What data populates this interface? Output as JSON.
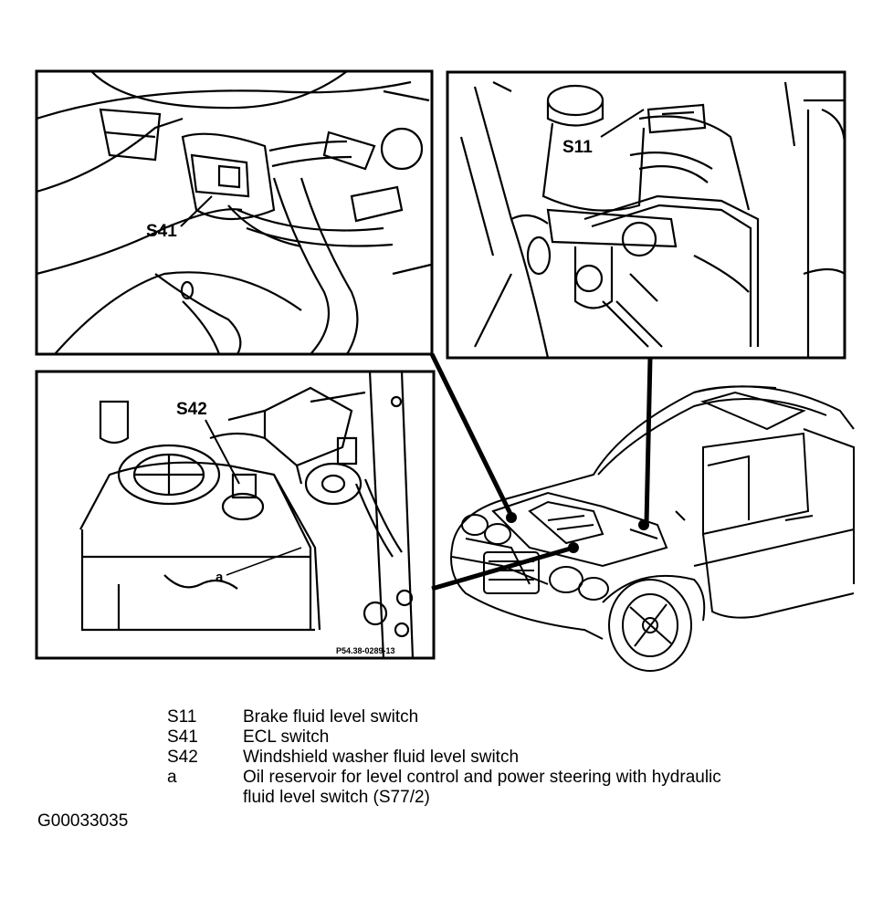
{
  "insets": {
    "s41_label": "S41",
    "s11_label": "S11",
    "s42_label": "S42",
    "a_label": "a",
    "ref_code": "P54.38-0289-13"
  },
  "legend": [
    {
      "code": "S11",
      "desc": "Brake fluid level switch"
    },
    {
      "code": "S41",
      "desc": "ECL switch"
    },
    {
      "code": "S42",
      "desc": "Windshield washer fluid level switch"
    },
    {
      "code": "a",
      "desc": "Oil reservoir for level control and power steering with hydraulic fluid level switch (S77/2)"
    }
  ],
  "figure_id": "G00033035"
}
